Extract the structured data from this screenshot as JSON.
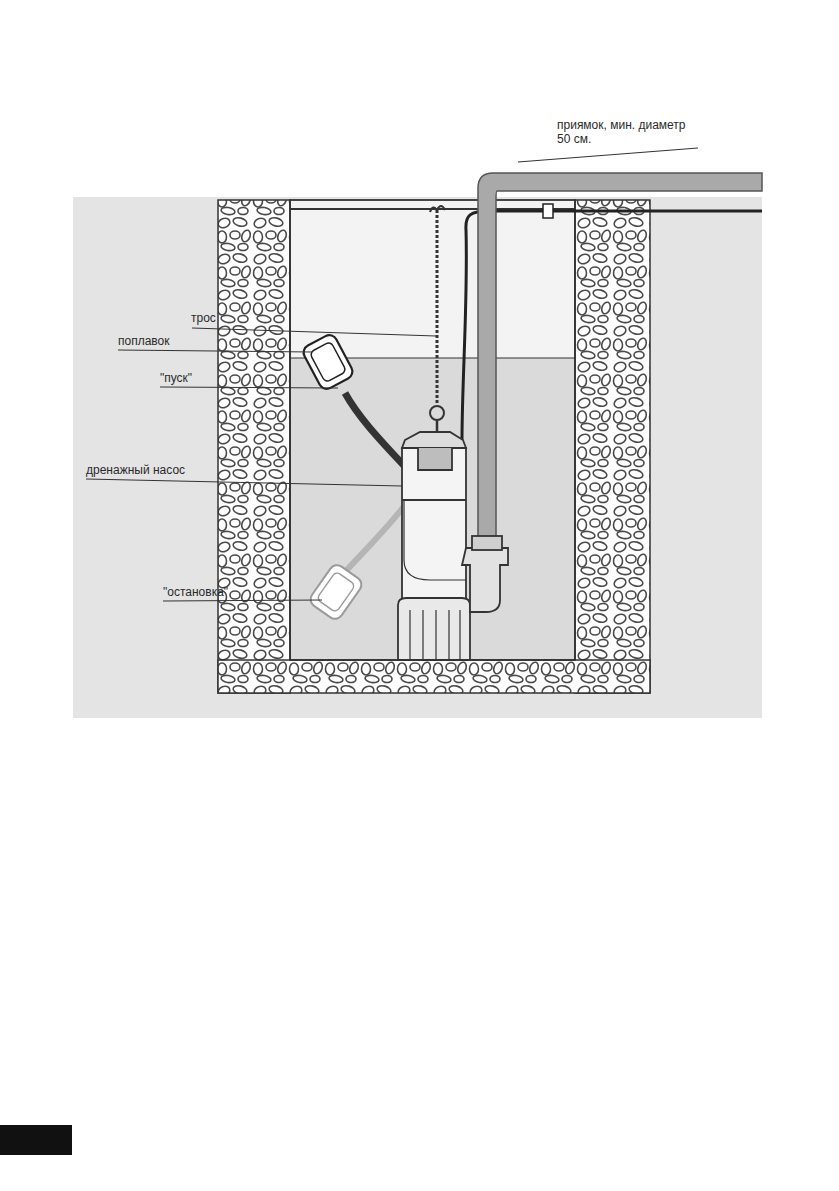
{
  "diagram": {
    "labels": [
      "приямок, мин. диаметр 50 см.",
      "трос",
      "поплавок",
      "\"пуск\"",
      "дренажный насос",
      "\"остановка\""
    ]
  }
}
